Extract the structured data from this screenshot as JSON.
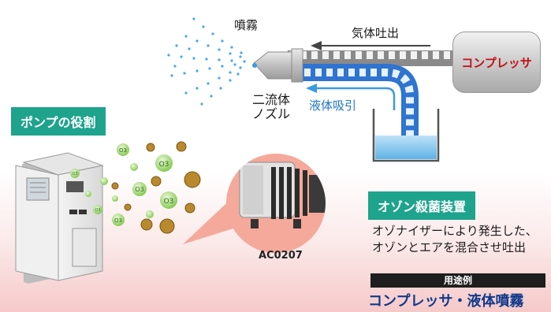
{
  "labels": {
    "spray": "噴霧",
    "gas_out": "気体吐出",
    "compressor": "コンプレッサ",
    "nozzle_line1": "二流体",
    "nozzle_line2": "ノズル",
    "liquid_in": "液体吸引",
    "pump_role": "ポンプの役割",
    "ozone_device": "オゾン殺菌装置",
    "ozone_desc_line1": "オゾナイザーにより発生した、",
    "ozone_desc_line2": "オゾンとエアを混合させ吐出",
    "model": "AC0207",
    "usage_header": "用途例",
    "usage_title": "コンプレッサ・液体噴霧"
  },
  "molecule_label": "O3",
  "colors": {
    "accent": "#1ea38d",
    "compressor_text": "#c4121b",
    "tube_blue": "#3a7fd6",
    "usage_title": "#0e3a8c",
    "circle_bg": "#f4a99b"
  }
}
